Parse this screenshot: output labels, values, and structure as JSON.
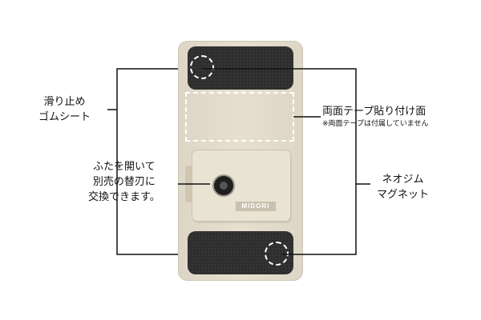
{
  "labels": {
    "non_slip": [
      "滑り止め",
      "ゴムシート"
    ],
    "blade": [
      "ふたを開いて",
      "別売の替刃に",
      "交換できます。"
    ],
    "tape": "両面テープ貼り付け面",
    "tape_note": "※両面テープは付属していません",
    "magnet": [
      "ネオジム",
      "マグネット"
    ]
  },
  "device": {
    "brand": "MIDORI",
    "colors": {
      "body": "#e2dccc",
      "pad": "#2e2e2e",
      "line": "#111111"
    }
  }
}
